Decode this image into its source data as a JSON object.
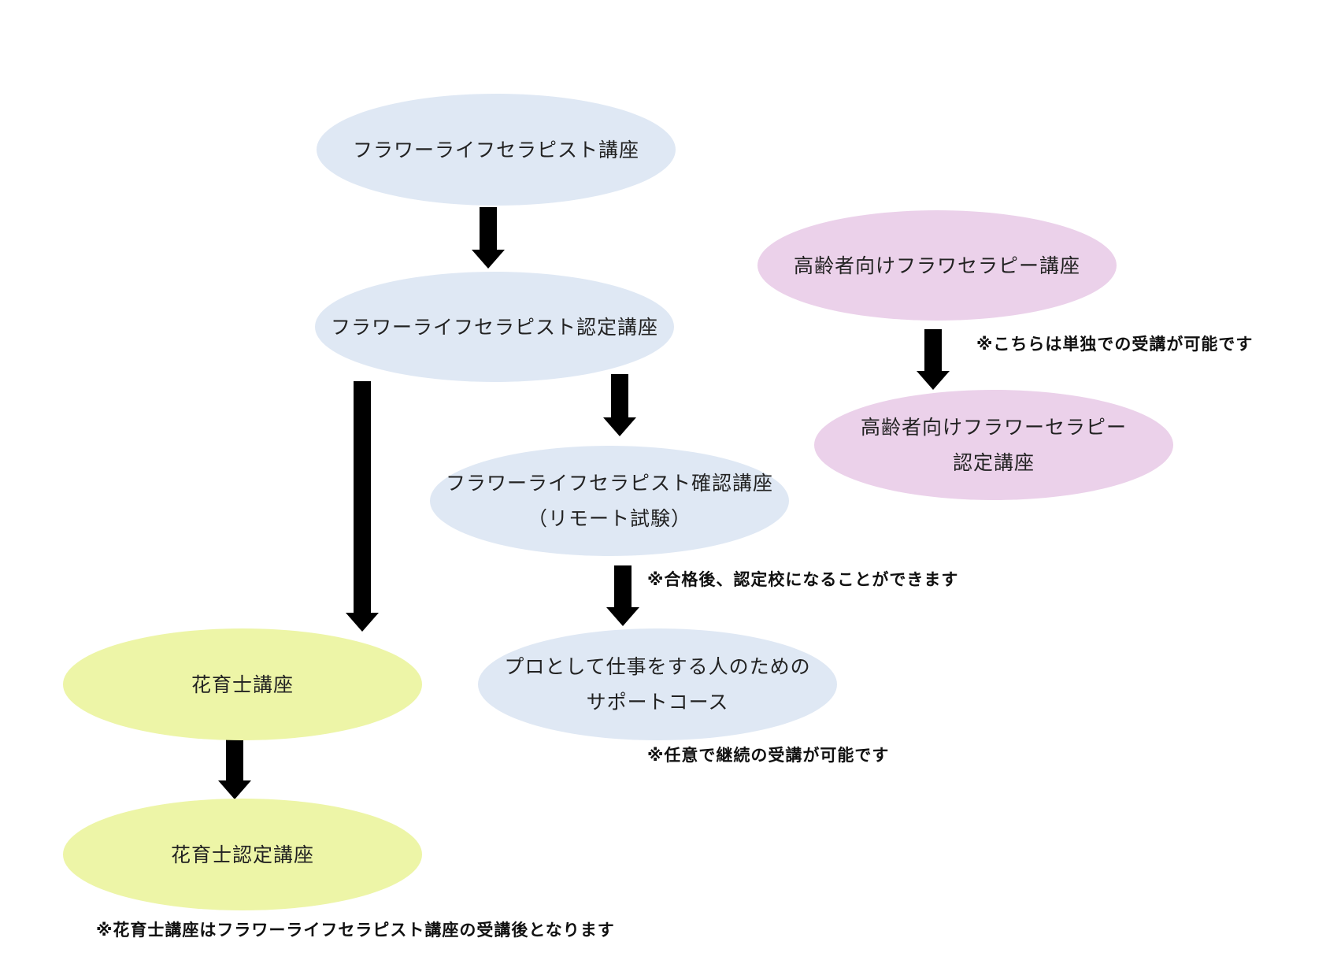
{
  "nodes": {
    "flt_course": {
      "line1": "フラワーライフセラピスト講座",
      "color": "#dfe8f4"
    },
    "flt_certified": {
      "line1": "フラワーライフセラピスト認定講座",
      "color": "#dfe8f4"
    },
    "flt_confirm": {
      "line1": "フラワーライフセラピスト確認講座",
      "line2": "（リモート試験）",
      "color": "#dfe8f4"
    },
    "pro_support": {
      "line1": "プロとして仕事をする人のための",
      "line2": "サポートコース",
      "color": "#dfe8f4"
    },
    "kaikushi": {
      "line1": "花育士講座",
      "color": "#edf5a7"
    },
    "kaikushi_certified": {
      "line1": "花育士認定講座",
      "color": "#edf5a7"
    },
    "elderly": {
      "line1": "高齢者向けフラワセラピー講座",
      "color": "#ebd1ea"
    },
    "elderly_certified": {
      "line1": "高齢者向けフラワーセラピー",
      "line2": "認定講座",
      "color": "#ebd1ea"
    }
  },
  "notes": {
    "elderly_standalone": "※こちらは単独での受講が可能です",
    "after_pass": "※合格後、認定校になることができます",
    "optional_continue": "※任意で継続の受講が可能です",
    "kaikushi_prereq": "※花育士講座はフラワーライフセラピスト講座の受講後となります"
  },
  "edges": [
    {
      "from": "flt_course",
      "to": "flt_certified"
    },
    {
      "from": "flt_certified",
      "to": "kaikushi"
    },
    {
      "from": "flt_certified",
      "to": "flt_confirm"
    },
    {
      "from": "flt_confirm",
      "to": "pro_support"
    },
    {
      "from": "kaikushi",
      "to": "kaikushi_certified"
    },
    {
      "from": "elderly",
      "to": "elderly_certified"
    }
  ],
  "colors": {
    "arrow": "#000000"
  }
}
